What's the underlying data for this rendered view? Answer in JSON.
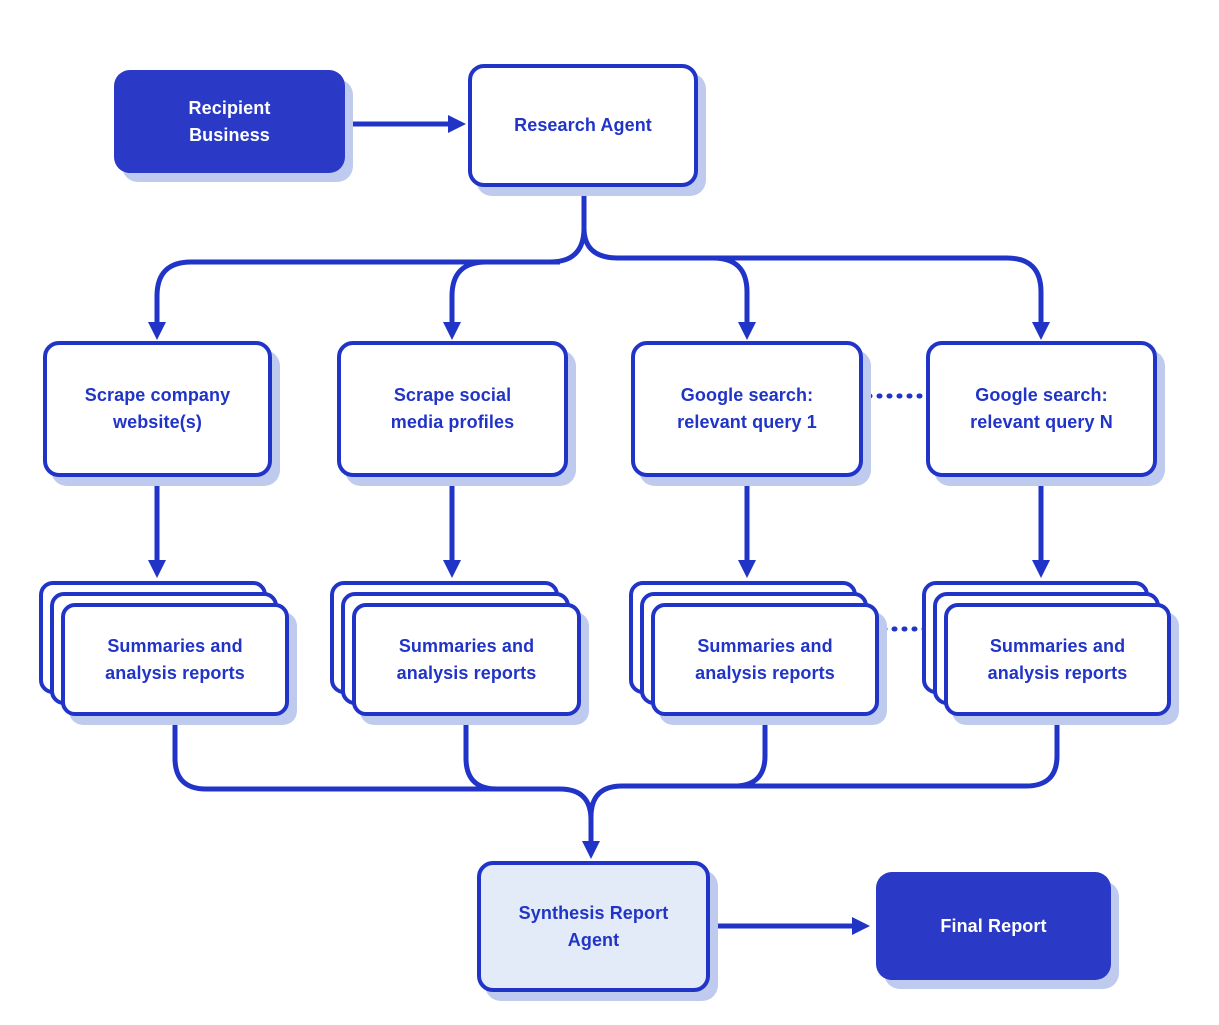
{
  "diagram": {
    "nodes": {
      "recipient_business": {
        "label": "Recipient Business",
        "style": "solid"
      },
      "research_agent": {
        "label": "Research Agent",
        "style": "outline"
      },
      "scrape_company_website": {
        "label": "Scrape company website(s)",
        "style": "outline"
      },
      "scrape_social_media": {
        "label": "Scrape social media profiles",
        "style": "outline"
      },
      "google_search_query_1": {
        "label": "Google search: relevant query 1",
        "style": "outline"
      },
      "google_search_query_n": {
        "label": "Google search: relevant query N",
        "style": "outline"
      },
      "summaries_website": {
        "label": "Summaries and analysis reports",
        "style": "stack"
      },
      "summaries_social": {
        "label": "Summaries and analysis reports",
        "style": "stack"
      },
      "summaries_query_1": {
        "label": "Summaries and analysis reports",
        "style": "stack"
      },
      "summaries_query_n": {
        "label": "Summaries and analysis reports",
        "style": "stack"
      },
      "synthesis_report_agent": {
        "label": "Synthesis Report Agent",
        "style": "light"
      },
      "final_report": {
        "label": "Final Report",
        "style": "solid"
      }
    },
    "edges": [
      {
        "from": "recipient_business",
        "to": "research_agent",
        "type": "arrow"
      },
      {
        "from": "research_agent",
        "to": "scrape_company_website",
        "type": "arrow"
      },
      {
        "from": "research_agent",
        "to": "scrape_social_media",
        "type": "arrow"
      },
      {
        "from": "research_agent",
        "to": "google_search_query_1",
        "type": "arrow"
      },
      {
        "from": "research_agent",
        "to": "google_search_query_n",
        "type": "arrow"
      },
      {
        "from": "google_search_query_1",
        "to": "google_search_query_n",
        "type": "dotted"
      },
      {
        "from": "scrape_company_website",
        "to": "summaries_website",
        "type": "arrow"
      },
      {
        "from": "scrape_social_media",
        "to": "summaries_social",
        "type": "arrow"
      },
      {
        "from": "google_search_query_1",
        "to": "summaries_query_1",
        "type": "arrow"
      },
      {
        "from": "google_search_query_n",
        "to": "summaries_query_n",
        "type": "arrow"
      },
      {
        "from": "summaries_query_1",
        "to": "summaries_query_n",
        "type": "dotted"
      },
      {
        "from": "summaries_website",
        "to": "synthesis_report_agent",
        "type": "arrow"
      },
      {
        "from": "summaries_social",
        "to": "synthesis_report_agent",
        "type": "arrow"
      },
      {
        "from": "summaries_query_1",
        "to": "synthesis_report_agent",
        "type": "arrow"
      },
      {
        "from": "summaries_query_n",
        "to": "synthesis_report_agent",
        "type": "arrow"
      },
      {
        "from": "synthesis_report_agent",
        "to": "final_report",
        "type": "arrow"
      }
    ],
    "colors": {
      "primary_blue": "#2134C8",
      "dark_fill": "#2B3AC6",
      "light_fill": "#E3EAF8",
      "shadow_color": "#BFCBEE"
    }
  }
}
